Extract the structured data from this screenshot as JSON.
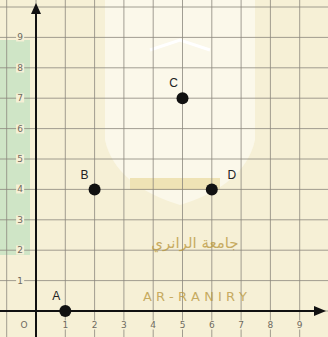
{
  "diagram": {
    "labels": [
      "9",
      "8",
      "7",
      "6",
      "5",
      "4",
      "3",
      "2",
      "1",
      "O",
      "1",
      "2",
      "3",
      "4",
      "5",
      "6",
      "7",
      "8",
      "9",
      "A",
      "B",
      "C",
      "D",
      "جامعة الرانري",
      "A R - R A N I R Y"
    ]
  }
}
